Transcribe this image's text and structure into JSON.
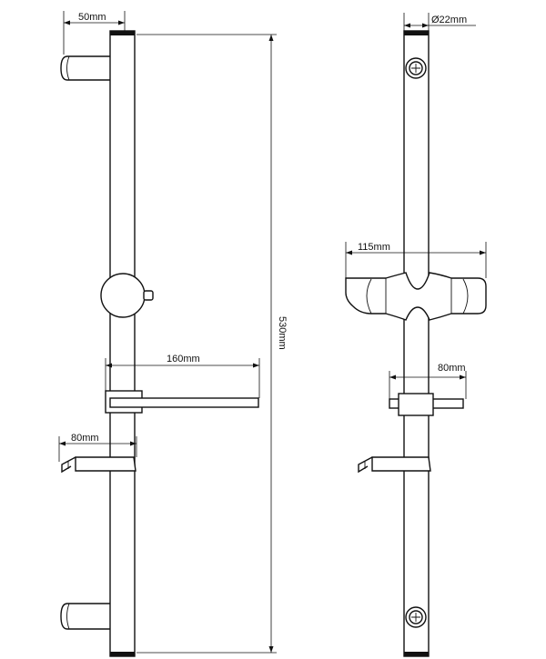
{
  "dimensions": {
    "side_top_width": "50mm",
    "height": "530mm",
    "side_shelf_width": "160mm",
    "side_holder_width": "80mm",
    "diameter": "Ø22mm",
    "front_slider_width": "115mm",
    "front_holder_width": "80mm"
  },
  "colors": {
    "line": "#111111",
    "background": "#ffffff"
  }
}
